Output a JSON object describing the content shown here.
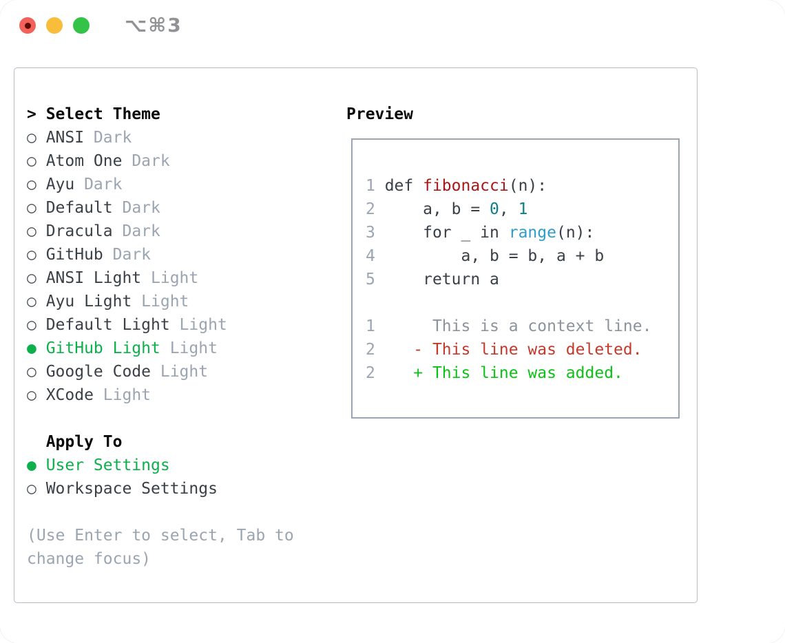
{
  "window": {
    "title": "⌥⌘3",
    "traffic_lights": {
      "close_color": "#f4615b",
      "close_dot_color": "#5e0d05",
      "minimize_color": "#f7bd3b",
      "zoom_color": "#33c348"
    }
  },
  "markers": {
    "selected": "●",
    "unselected": "○",
    "header_prefix": ">"
  },
  "theme_picker": {
    "header": {
      "label": "Select Theme"
    },
    "items": [
      {
        "name": "ANSI",
        "tag": "Dark",
        "selected": false
      },
      {
        "name": "Atom One",
        "tag": "Dark",
        "selected": false
      },
      {
        "name": "Ayu",
        "tag": "Dark",
        "selected": false
      },
      {
        "name": "Default",
        "tag": "Dark",
        "selected": false
      },
      {
        "name": "Dracula",
        "tag": "Dark",
        "selected": false
      },
      {
        "name": "GitHub",
        "tag": "Dark",
        "selected": false
      },
      {
        "name": "ANSI Light",
        "tag": "Light",
        "selected": false
      },
      {
        "name": "Ayu Light",
        "tag": "Light",
        "selected": false
      },
      {
        "name": "Default Light",
        "tag": "Light",
        "selected": false
      },
      {
        "name": "GitHub Light",
        "tag": "Light",
        "selected": true
      },
      {
        "name": "Google Code",
        "tag": "Light",
        "selected": false
      },
      {
        "name": "XCode",
        "tag": "Light",
        "selected": false
      }
    ],
    "apply_to": {
      "label": "Apply To",
      "options": [
        {
          "name": "User Settings",
          "selected": true
        },
        {
          "name": "Workspace Settings",
          "selected": false
        }
      ]
    },
    "help_lines": [
      "(Use Enter to select, Tab to",
      "change focus)"
    ]
  },
  "preview": {
    "label": "Preview",
    "code_lines": [
      {
        "num": "1",
        "segments": [
          [
            "plain",
            "def "
          ],
          [
            "func",
            "fibonacci"
          ],
          [
            "plain",
            "(n):"
          ]
        ]
      },
      {
        "num": "2",
        "segments": [
          [
            "plain",
            "    a, b = "
          ],
          [
            "num",
            "0"
          ],
          [
            "plain",
            ", "
          ],
          [
            "num",
            "1"
          ]
        ]
      },
      {
        "num": "3",
        "segments": [
          [
            "plain",
            "    for _ in "
          ],
          [
            "builtin",
            "range"
          ],
          [
            "plain",
            "(n):"
          ]
        ]
      },
      {
        "num": "4",
        "segments": [
          [
            "plain",
            "        a, b = b, a + b"
          ]
        ]
      },
      {
        "num": "5",
        "segments": [
          [
            "plain",
            "    return a"
          ]
        ]
      }
    ],
    "diff_lines": [
      {
        "num": "1",
        "segments": [
          [
            "context",
            "     This is a context line."
          ]
        ]
      },
      {
        "num": "2",
        "segments": [
          [
            "del",
            "   - This line was deleted."
          ]
        ]
      },
      {
        "num": "2",
        "segments": [
          [
            "add",
            "   + This line was added."
          ]
        ]
      }
    ]
  },
  "colors": {
    "header_text": "#0a0a0a",
    "item_name": "#3a4047",
    "item_tag": "#9aa5b1",
    "marker_unselected": "#4d535b",
    "selected_green": "#0db04b",
    "help_text": "#9aa5b1",
    "line_number": "#9aa5b1",
    "syntax": {
      "plain": "#3a4047",
      "func": "#a81815",
      "num": "#0c7f87",
      "builtin": "#2d9dca",
      "context": "#8b939c",
      "del": "#c5392b",
      "add": "#0dc216"
    },
    "panel_border": "#b6bcc4",
    "preview_border": "#9aa5b1",
    "title_text": "#909295"
  }
}
